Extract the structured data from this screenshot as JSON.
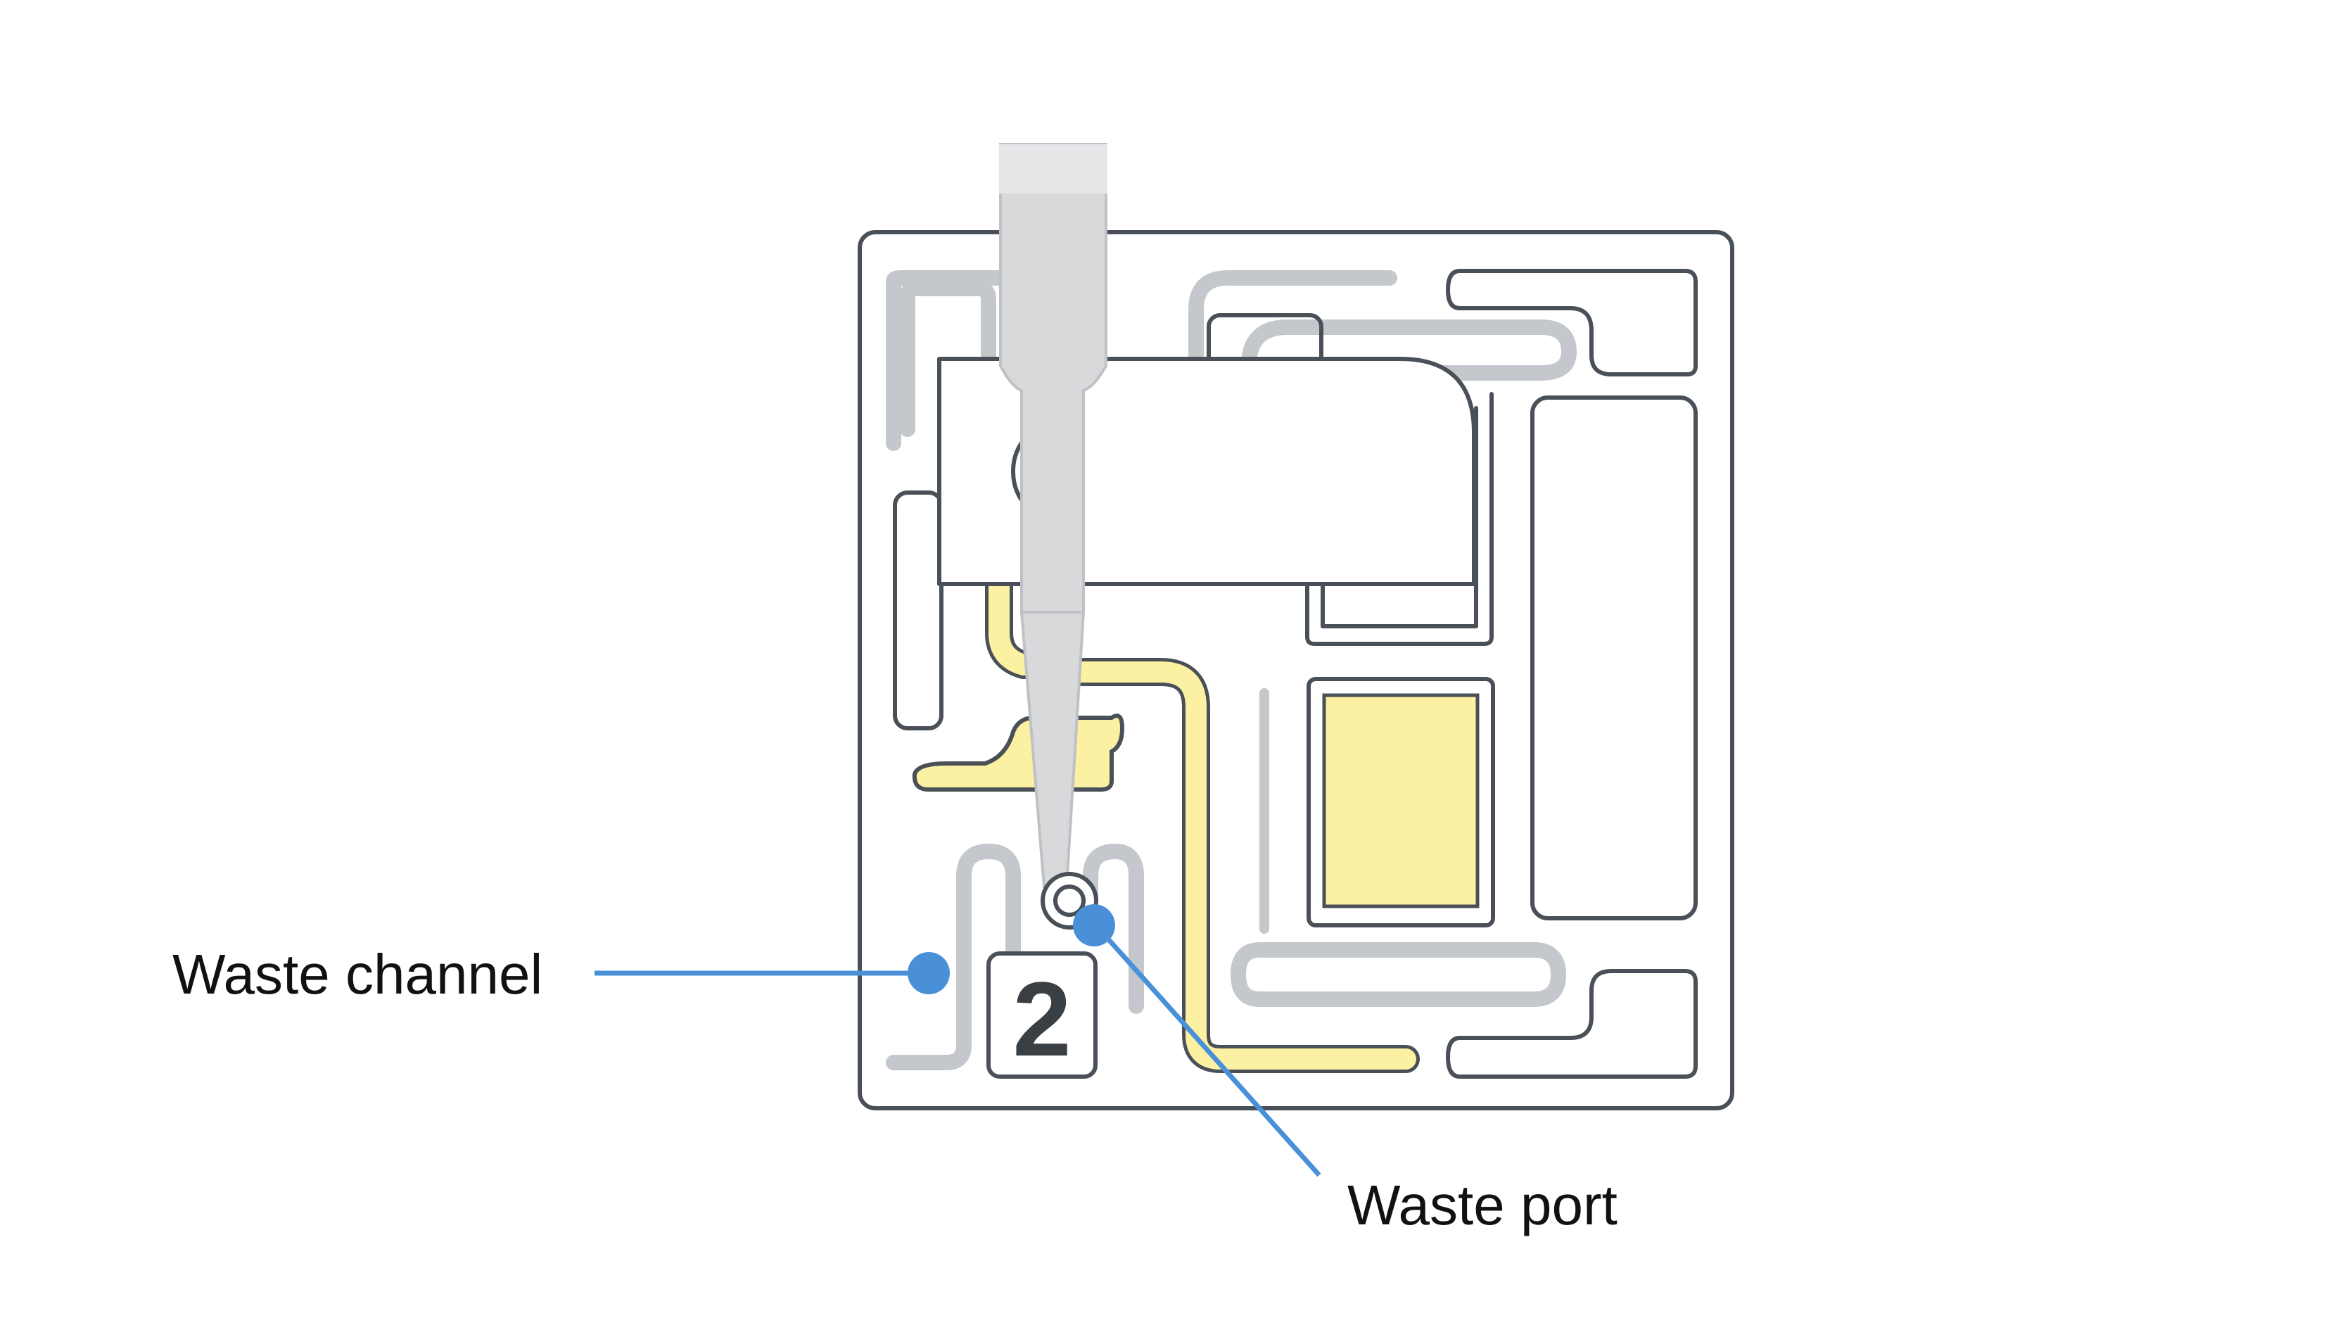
{
  "labels": {
    "waste_channel": "Waste channel",
    "waste_port": "Waste port"
  },
  "chip": {
    "lane_number": "2"
  },
  "colors": {
    "outline": "#4a5058",
    "channel_light": "#c4c7cb",
    "fill_yellow": "#fcf1a2",
    "callout_blue": "#4a90d9",
    "pipette": "#d8d9db"
  },
  "icons": {
    "pipette": "pipette-icon",
    "port": "port-icon"
  }
}
